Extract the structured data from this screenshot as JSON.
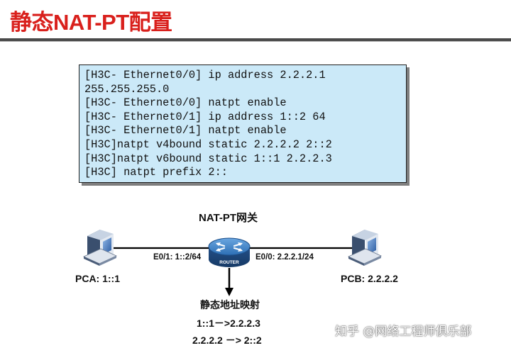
{
  "title": "静态NAT-PT配置",
  "code_lines": [
    "[H3C- Ethernet0/0] ip address 2.2.2.1",
    "255.255.255.0",
    "[H3C- Ethernet0/0] natpt enable",
    "[H3C- Ethernet0/1] ip address 1::2 64",
    "[H3C- Ethernet0/1] natpt enable",
    "[H3C]natpt v4bound static 2.2.2.2 2::2",
    "[H3C]natpt v6bound static 1::1 2.2.2.3",
    "[H3C] natpt prefix 2::"
  ],
  "diagram": {
    "gateway_label": "NAT-PT网关",
    "router_text": "ROUTER",
    "left_iface": "E0/1: 1::2/64",
    "right_iface": "E0/0: 2.2.2.1/24",
    "pca_label": "PCA: 1::1",
    "pcb_label": "PCB: 2.2.2.2",
    "mapping_title": "静态地址映射",
    "mapping_1": "1::1－>2.2.2.3",
    "mapping_2": "2.2.2.2 －> 2::2"
  },
  "watermark": "知乎 @网络工程师俱乐部",
  "colors": {
    "title": "#d9201c",
    "code_bg": "#cbe9f8",
    "router": "#2d6fb5"
  }
}
